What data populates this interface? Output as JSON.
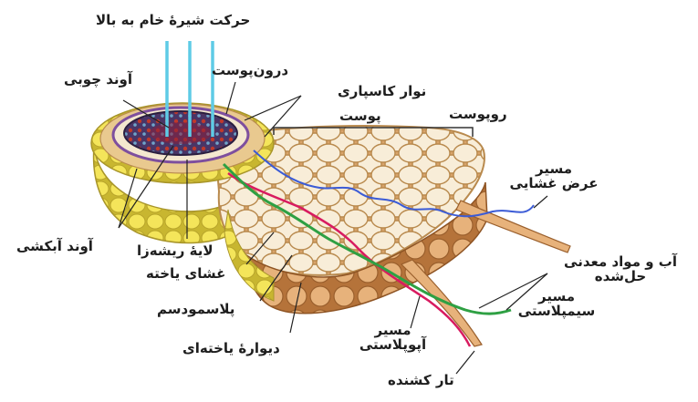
{
  "labels": {
    "sap_flow": "حرکت شیرهٔ خام به بالا",
    "xylem": "آوند چوبی",
    "endodermis": "درون‌پوست",
    "casparian_strip": "نوار کاسپاری",
    "cortex": "پوست",
    "epidermis": "روپوست",
    "transmembrane_route": [
      "مسیر",
      "عرض غشایی"
    ],
    "phloem": "آوند آبکشی",
    "pericycle": "لایهٔ ریشه‌زا",
    "cell_membrane": "غشای یاخته",
    "plasmodesma": "پلاسمودسم",
    "cell_wall": "دیوارهٔ یاخته‌ای",
    "apoplast_route": [
      "مسیر",
      "آپوپلاستی"
    ],
    "root_hair": "تار کشنده",
    "symplast_route": [
      "مسیر",
      "سیمپلاستی"
    ],
    "water_minerals": [
      "آب و مواد معدنی",
      "حل‌شده"
    ]
  },
  "colors": {
    "cell_fill": "#f7ecd6",
    "cell_outline": "#b98a4e",
    "cortex_shadow": "#c9894a",
    "yellow_layer": "#f2df3a",
    "stele_dark": "#3b2a55",
    "xylem_red": "#c0392b",
    "sap_arrow": "#5ecbe6",
    "apoplast_line": "#d81b60",
    "symplast_line": "#2ea043",
    "transmembrane_line": "#3b5bd6",
    "root_hair": "#c88a55"
  }
}
